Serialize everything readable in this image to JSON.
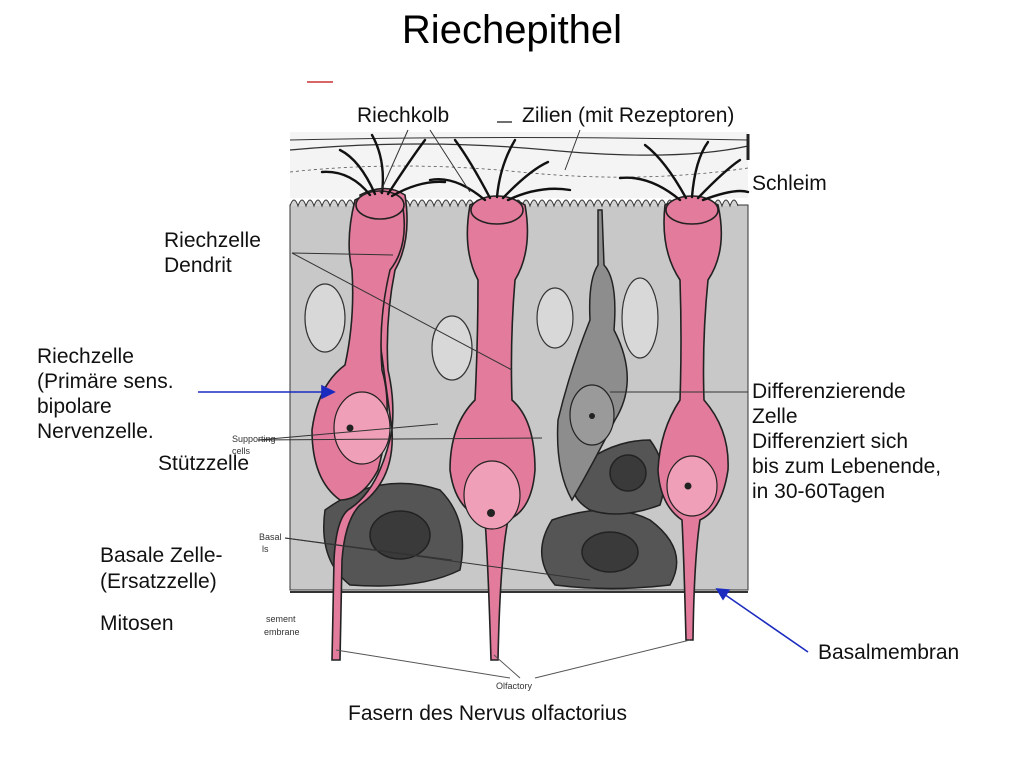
{
  "title": "Riechepithel",
  "labels": {
    "riechkolb": "Riechkolb",
    "zilien": "Zilien (mit Rezeptoren)",
    "schleim": "Schleim",
    "dendrit_1": "Riechzelle",
    "dendrit_2": "Dendrit",
    "riechzelle_1": "Riechzelle",
    "riechzelle_2": "(Primäre sens.",
    "riechzelle_3": "bipolare",
    "riechzelle_4": "Nervenzelle.",
    "stuetzzelle": "Stützzelle",
    "basale_1": "Basale Zelle-",
    "basale_2": "(Ersatzzelle)",
    "mitosen": "Mitosen",
    "diff_1": "Differenzierende",
    "diff_2": "Zelle",
    "diff_3": "Differenziert sich",
    "diff_4": "bis zum Lebenende,",
    "diff_5": "in 30-60Tagen",
    "basalmembran": "Basalmembran",
    "fasern": "Fasern des Nervus olfactorius"
  },
  "figure_labels": {
    "supporting_1": "Supporting",
    "supporting_2": "cells",
    "basal_1": "Basal",
    "basal_2": "ls",
    "membrane_1": "sement",
    "membrane_2": "embrane",
    "olfactory": "Olfactory"
  },
  "colors": {
    "olfactory_cell": "#e27b9c",
    "supporting_cell": "#c8c8c8",
    "basal_cell": "#555555",
    "differentiating_cell": "#8d8d8d",
    "pointer_arrow": "#1b2bbf"
  }
}
